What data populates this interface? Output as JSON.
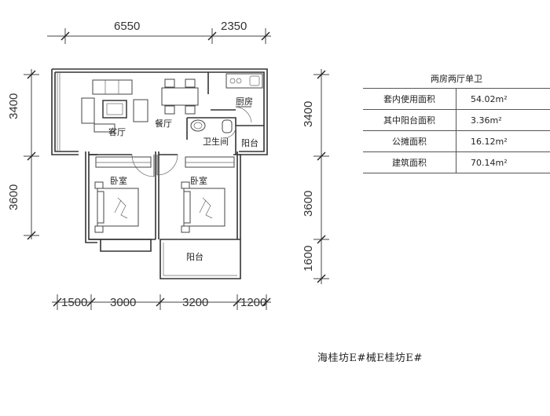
{
  "dimensions": {
    "top": [
      "6550",
      "2350"
    ],
    "left": [
      "3400",
      "3600"
    ],
    "right": [
      "3400",
      "3600",
      "1600"
    ],
    "bottom": [
      "1500",
      "3000",
      "3200",
      "1200"
    ]
  },
  "rooms": {
    "living": "客厅",
    "dining": "餐厅",
    "kitchen": "厨房",
    "bathroom": "卫生间",
    "balcony_small": "阳台",
    "bedroom_left": "卧室",
    "bedroom_right": "卧室",
    "balcony_bottom": "阳台"
  },
  "table": {
    "title": "两房两厅单卫",
    "rows": [
      {
        "label": "套内使用面积",
        "value": "54.02m²"
      },
      {
        "label": "其中阳台面积",
        "value": "3.36m²"
      },
      {
        "label": "公摊面积",
        "value": "16.12m²"
      },
      {
        "label": "建筑面积",
        "value": "70.14m²"
      }
    ]
  },
  "caption": "海桂坊E#械E桂坊E#"
}
